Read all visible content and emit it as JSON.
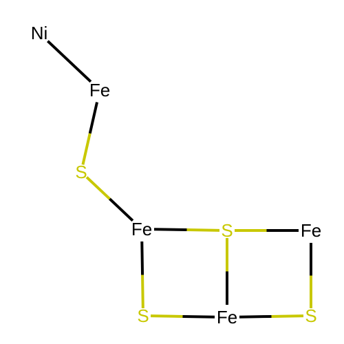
{
  "molecule": {
    "colors": {
      "carbon_bond": "#000000",
      "sulfur": "#c8c800",
      "label_default": "#000000",
      "background": "#ffffff"
    },
    "atoms": [
      {
        "id": "ni1",
        "element": "Ni",
        "label": "Ni"
      },
      {
        "id": "fe1",
        "element": "Fe",
        "label": "Fe"
      },
      {
        "id": "s1",
        "element": "S",
        "label": "S"
      },
      {
        "id": "fe2",
        "element": "Fe",
        "label": "Fe"
      },
      {
        "id": "s2",
        "element": "S",
        "label": "S"
      },
      {
        "id": "fe3",
        "element": "Fe",
        "label": "Fe"
      },
      {
        "id": "s3",
        "element": "S",
        "label": "S"
      },
      {
        "id": "fe4",
        "element": "Fe",
        "label": "Fe"
      },
      {
        "id": "s4",
        "element": "S",
        "label": "S"
      }
    ],
    "bonds": [
      {
        "from": "ni1",
        "to": "fe1"
      },
      {
        "from": "fe1",
        "to": "s1"
      },
      {
        "from": "s1",
        "to": "fe2"
      },
      {
        "from": "fe2",
        "to": "s2"
      },
      {
        "from": "s2",
        "to": "fe3"
      },
      {
        "from": "fe2",
        "to": "s3"
      },
      {
        "from": "s3",
        "to": "fe4"
      },
      {
        "from": "s2",
        "to": "fe4"
      },
      {
        "from": "fe4",
        "to": "s4"
      },
      {
        "from": "s4",
        "to": "fe3"
      }
    ]
  }
}
